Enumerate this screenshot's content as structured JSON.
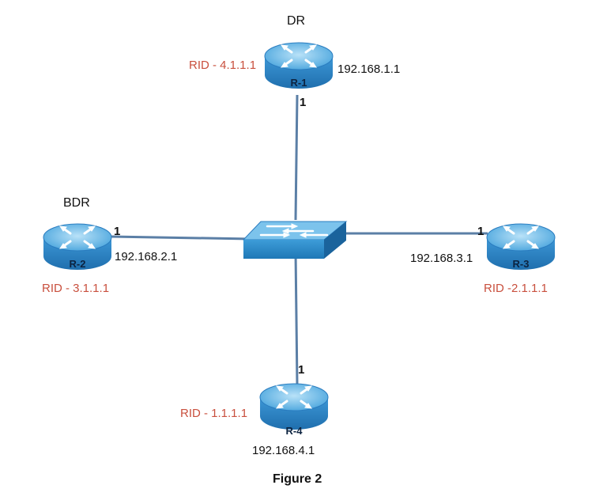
{
  "caption": "Figure 2",
  "colors": {
    "link": "#5b7fa6",
    "router_body": "#2f86c6",
    "router_top": "#8ccbf0",
    "switch_body": "#2f8fcf",
    "rid_text": "#c9503e"
  },
  "switch": {
    "icon": "switch-icon"
  },
  "routers": {
    "r1": {
      "name": "R-1",
      "role": "DR",
      "rid": "RID - 4.1.1.1",
      "ip": "192.168.1.1",
      "port": "1",
      "icon": "router-icon"
    },
    "r2": {
      "name": "R-2",
      "role": "BDR",
      "rid": "RID - 3.1.1.1",
      "ip": "192.168.2.1",
      "port": "1",
      "icon": "router-icon"
    },
    "r3": {
      "name": "R-3",
      "role": "",
      "rid": "RID -2.1.1.1",
      "ip": "192.168.3.1",
      "port": "1",
      "icon": "router-icon"
    },
    "r4": {
      "name": "R-4",
      "role": "",
      "rid": "RID - 1.1.1.1",
      "ip": "192.168.4.1",
      "port": "1",
      "icon": "router-icon"
    }
  }
}
